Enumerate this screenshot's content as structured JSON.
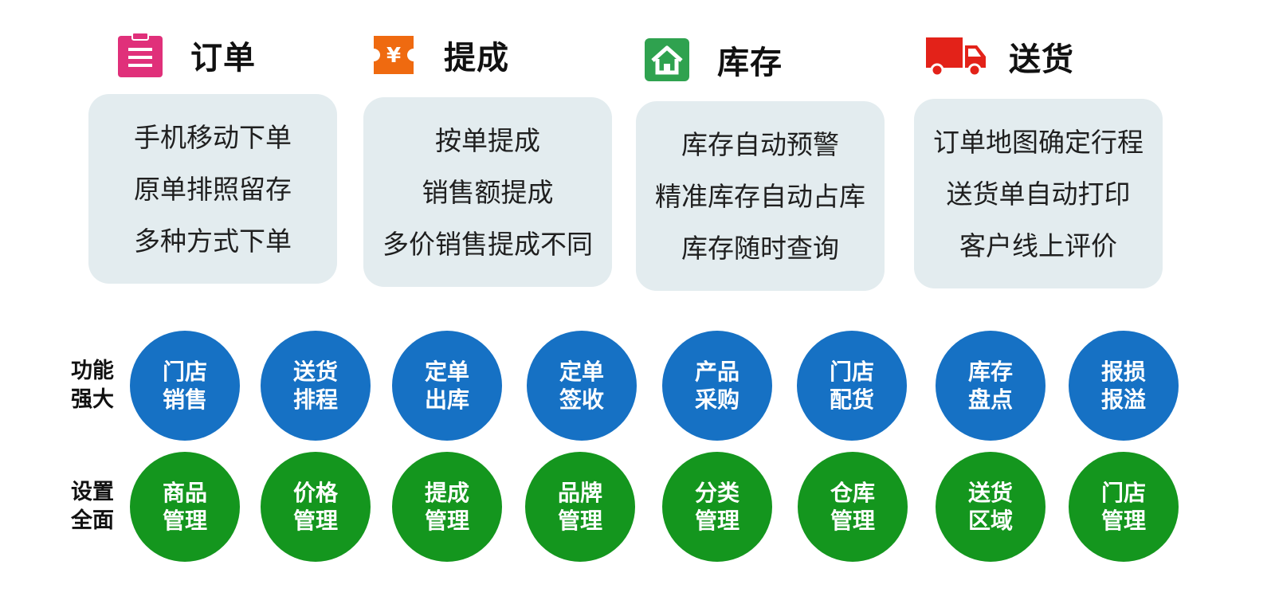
{
  "colors": {
    "card_bg": "#e3ecef",
    "blue": "#1671c4",
    "green": "#14961e",
    "order_icon": "#e0307a",
    "commission_icon": "#ef6a10",
    "inventory_icon": "#2fa24f",
    "delivery_icon": "#e32219"
  },
  "sections": [
    {
      "title": "订单",
      "icon": "clipboard-icon",
      "lines": [
        "手机移动下单",
        "原单排照留存",
        "多种方式下单"
      ]
    },
    {
      "title": "提成",
      "icon": "ticket-yen-icon",
      "lines": [
        "按单提成",
        "销售额提成",
        "多价销售提成不同"
      ]
    },
    {
      "title": "库存",
      "icon": "home-icon",
      "lines": [
        "库存自动预警",
        "精准库存自动占库",
        "库存随时查询"
      ]
    },
    {
      "title": "送货",
      "icon": "truck-icon",
      "lines": [
        "订单地图确定行程",
        "送货单自动打印",
        "客户线上评价"
      ]
    }
  ],
  "features": {
    "label": [
      "功能",
      "强大"
    ],
    "items": [
      [
        "门店",
        "销售"
      ],
      [
        "送货",
        "排程"
      ],
      [
        "定单",
        "出库"
      ],
      [
        "定单",
        "签收"
      ],
      [
        "产品",
        "采购"
      ],
      [
        "门店",
        "配货"
      ],
      [
        "库存",
        "盘点"
      ],
      [
        "报损",
        "报溢"
      ]
    ]
  },
  "settings": {
    "label": [
      "设置",
      "全面"
    ],
    "items": [
      [
        "商品",
        "管理"
      ],
      [
        "价格",
        "管理"
      ],
      [
        "提成",
        "管理"
      ],
      [
        "品牌",
        "管理"
      ],
      [
        "分类",
        "管理"
      ],
      [
        "仓库",
        "管理"
      ],
      [
        "送货",
        "区域"
      ],
      [
        "门店",
        "管理"
      ]
    ]
  }
}
